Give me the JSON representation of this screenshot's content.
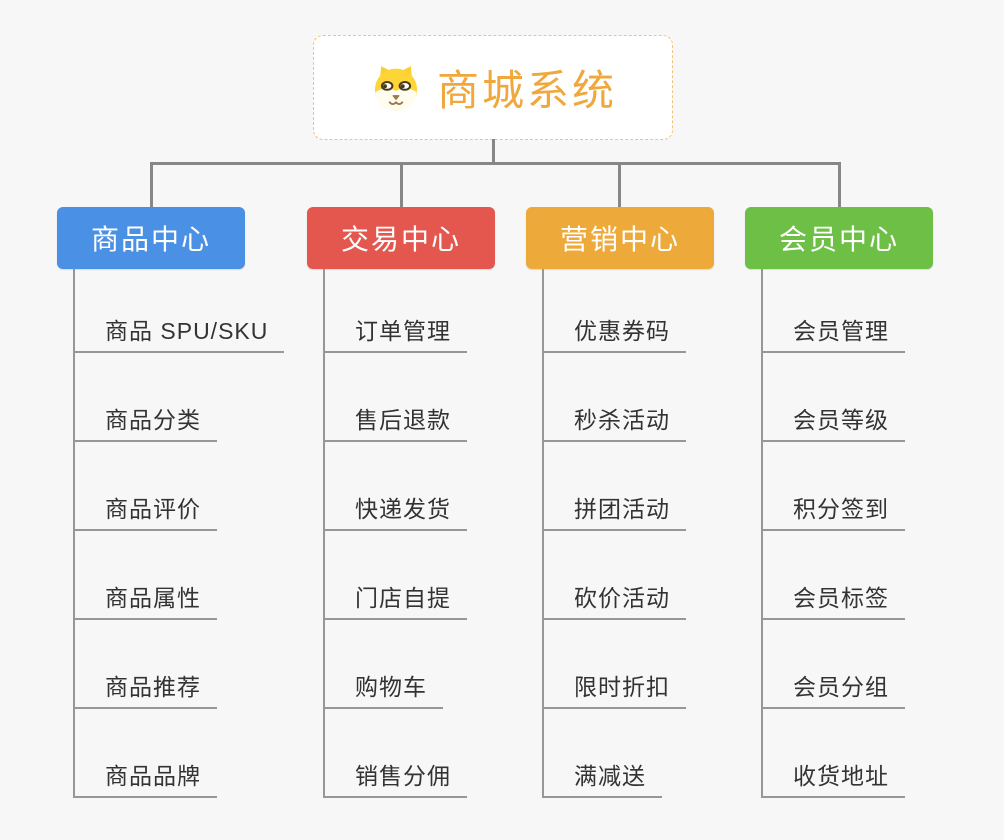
{
  "page": {
    "background": "#f7f7f7"
  },
  "colors": {
    "connector": "#878787",
    "underline": "#979797",
    "item_text": "#333333"
  },
  "root": {
    "title": "商城系统",
    "icon": "dog-face-icon",
    "text_color": "#f0a73c",
    "border_color": "#f0c37a",
    "background": "#ffffff"
  },
  "branches": [
    {
      "label": "商品中心",
      "color": "#4a90e5",
      "children": [
        "商品 SPU/SKU",
        "商品分类",
        "商品评价",
        "商品属性",
        "商品推荐",
        "商品品牌"
      ]
    },
    {
      "label": "交易中心",
      "color": "#e4574f",
      "children": [
        "订单管理",
        "售后退款",
        "快递发货",
        "门店自提",
        "购物车",
        "销售分佣"
      ]
    },
    {
      "label": "营销中心",
      "color": "#edaa3a",
      "children": [
        "优惠券码",
        "秒杀活动",
        "拼团活动",
        "砍价活动",
        "限时折扣",
        "满减送"
      ]
    },
    {
      "label": "会员中心",
      "color": "#6dbf45",
      "children": [
        "会员管理",
        "会员等级",
        "积分签到",
        "会员标签",
        "会员分组",
        "收货地址"
      ]
    }
  ]
}
